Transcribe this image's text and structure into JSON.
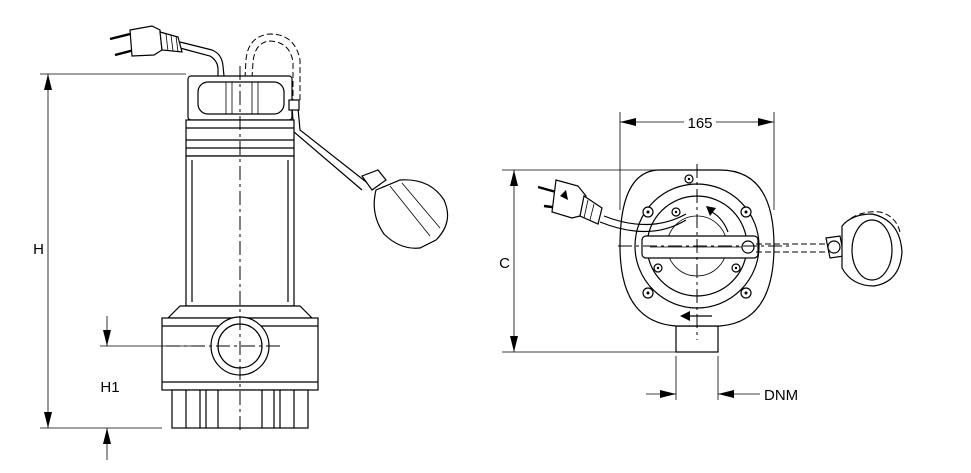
{
  "dimensions": {
    "height_label": "H",
    "inlet_height_label": "H1",
    "width_label": "165",
    "depth_label": "C",
    "outlet_label": "DNM"
  },
  "colors": {
    "line": "#000000",
    "background": "#ffffff"
  },
  "icons": {
    "plug_front": "power-plug-icon",
    "plug_top": "power-plug-icon",
    "float_switch": "float-switch-icon"
  }
}
